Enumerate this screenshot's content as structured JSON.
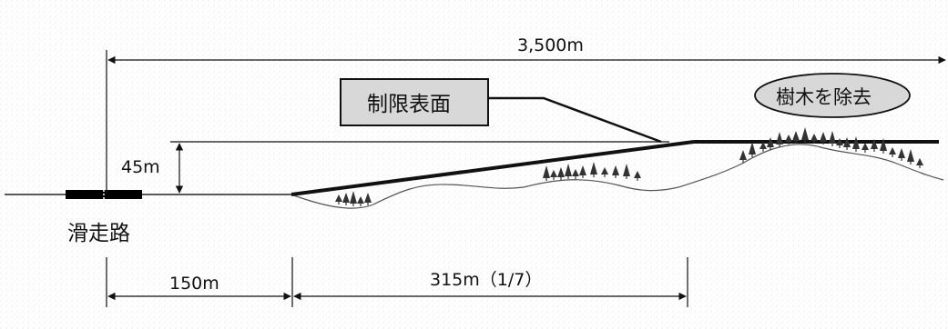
{
  "labels": {
    "total_distance": "3,500m",
    "height": "45m",
    "runway": "滑走路",
    "surface": "制限表面",
    "remove_trees": "樹木を除去",
    "strip_length": "150m",
    "slope_length": "315m（1/7）"
  },
  "colors": {
    "background": "#ffffff",
    "texture": "#dcdcdc",
    "line": "#111111",
    "surface_box": "#d8d8d8",
    "tree": "#333333"
  },
  "icons": {
    "tree": "conifer-tree-icon",
    "runway": "runway-bar-icon"
  }
}
